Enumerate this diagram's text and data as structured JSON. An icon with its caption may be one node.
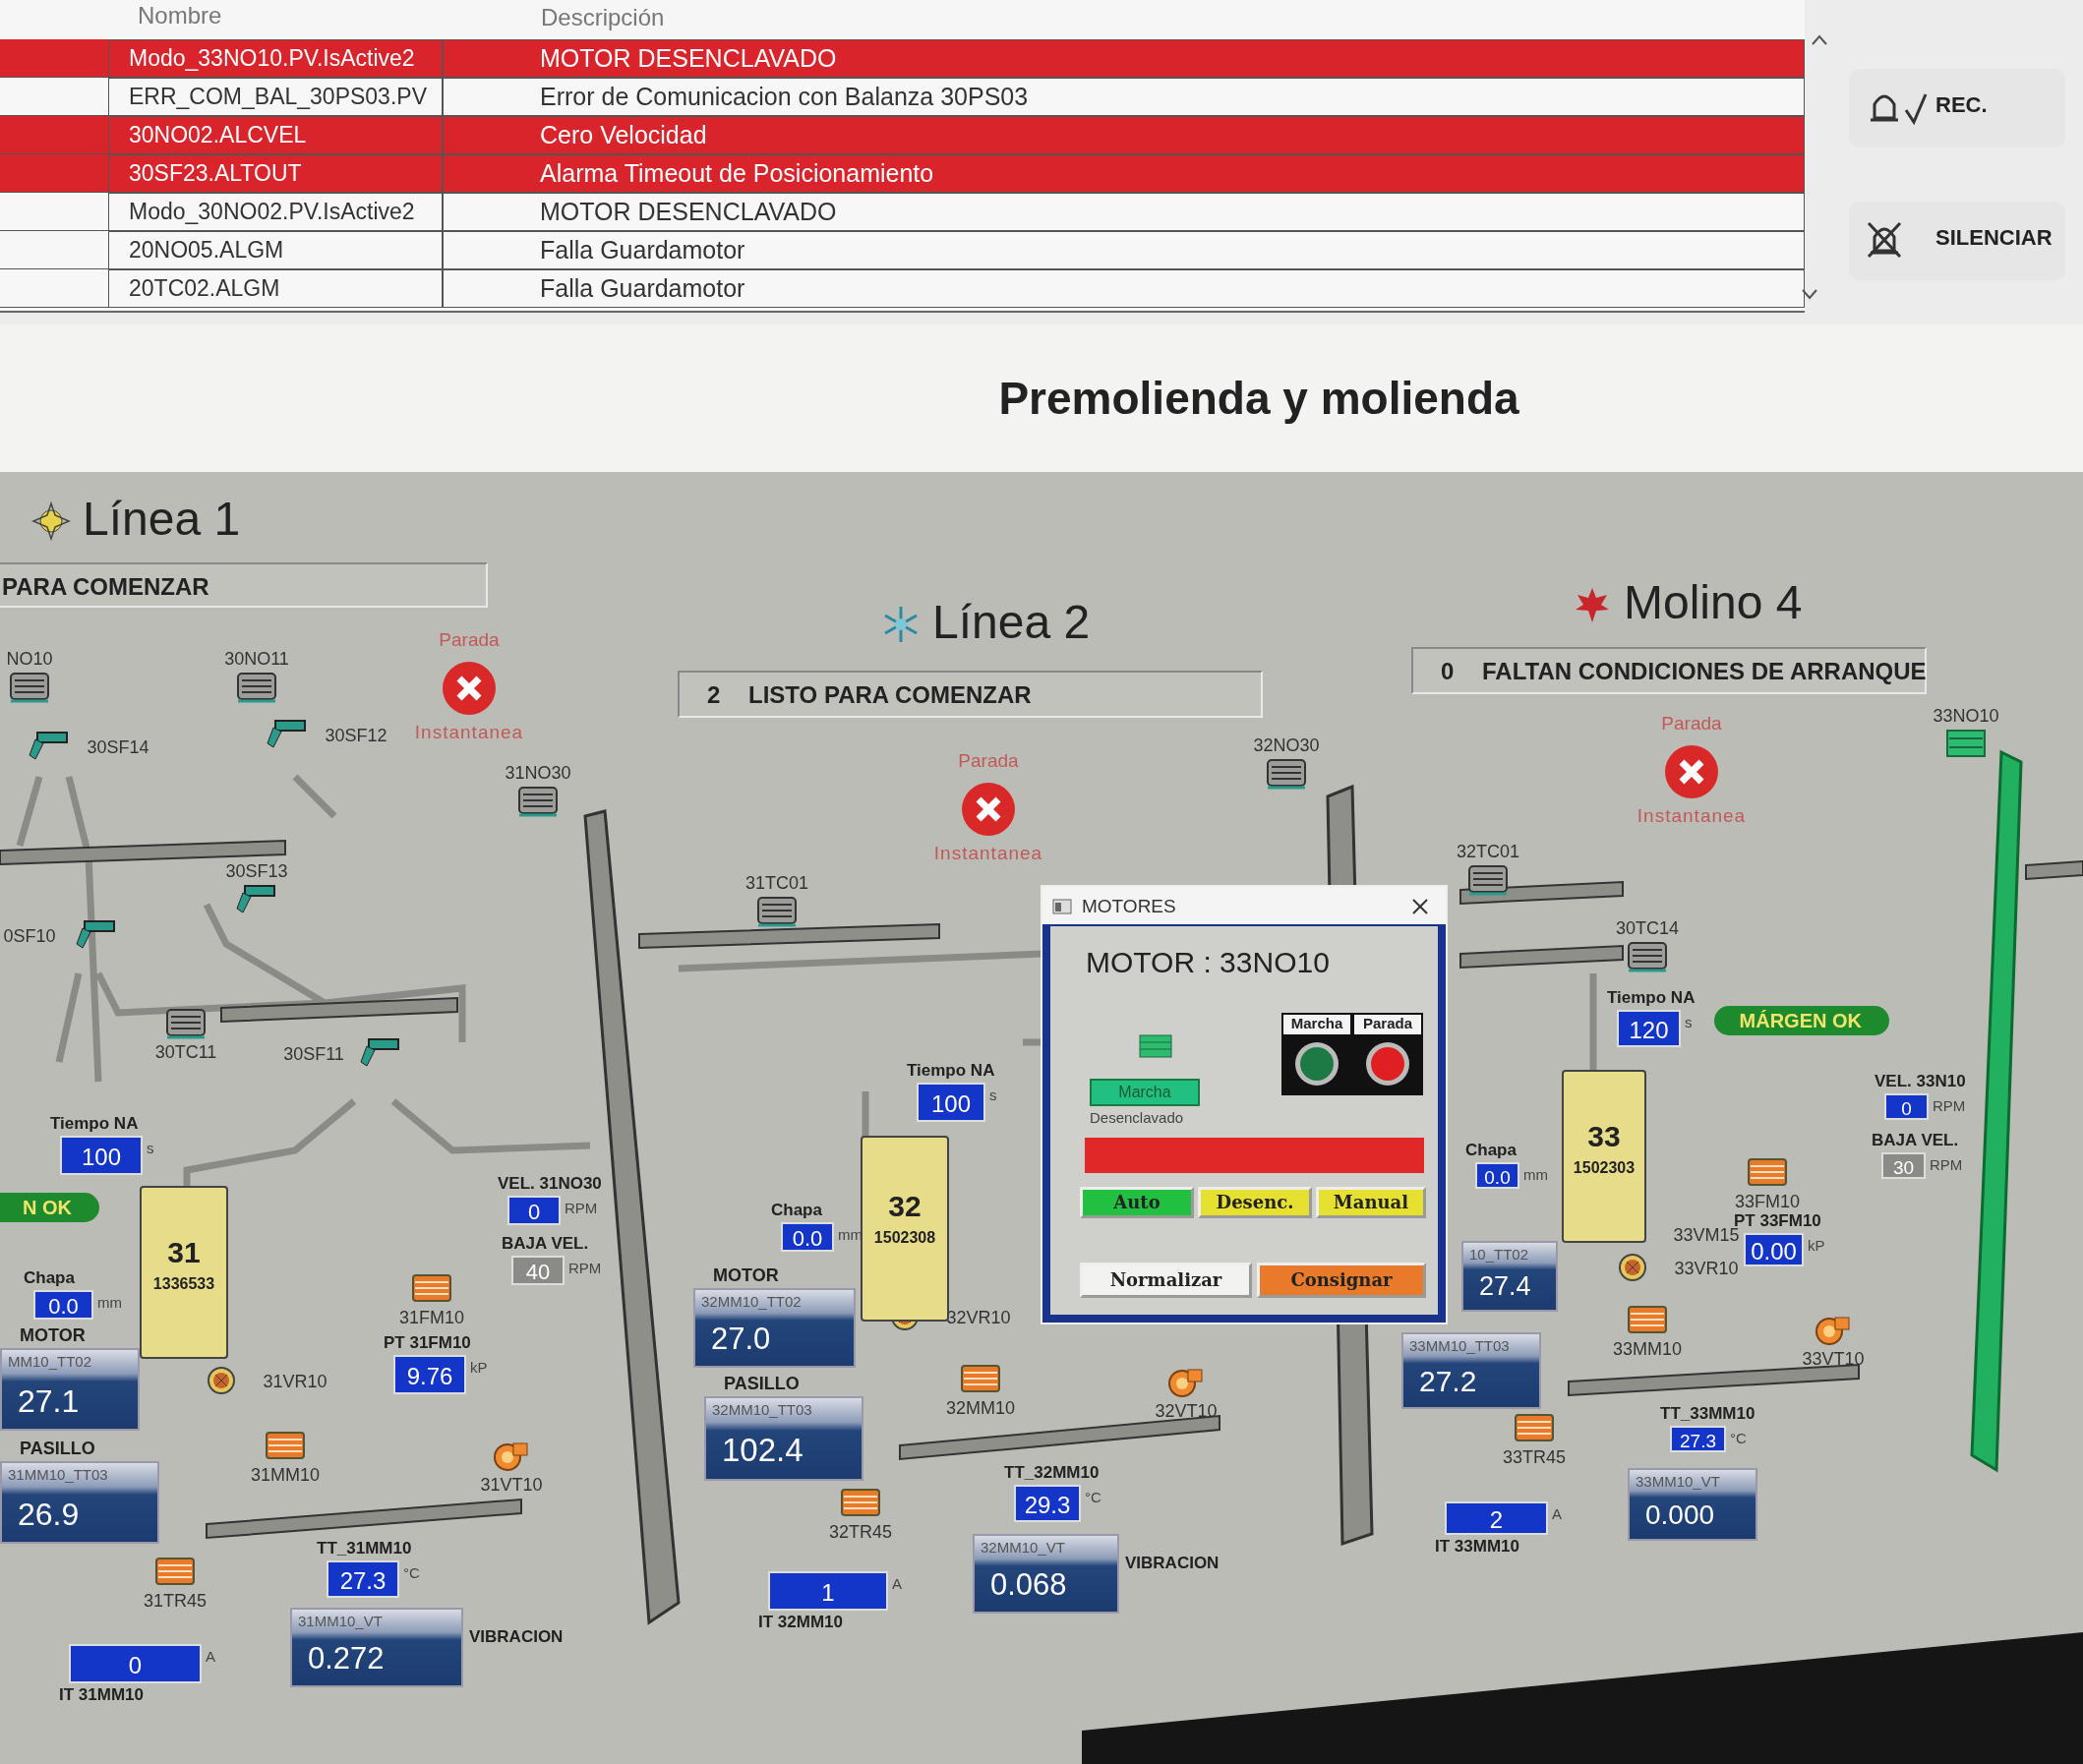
{
  "diagram": {
    "title": "Premolienda y molienda",
    "nodes": [
      {
        "text": [
          "REC."
        ]
      },
      {
        "text": [
          "SILENCIAR"
        ]
      },
      {
        "text": [
          "PARA COMENZAR"
        ]
      },
      {
        "text": [
          "2",
          "LISTO PARA COMENZAR"
        ]
      },
      {
        "text": [
          "0",
          "FALTAN CONDICIONES DE ARRANQUE"
        ]
      },
      {
        "text": [],
        "shape": "circle",
        "beside": [
          "Parada",
          "Instantanea"
        ]
      },
      {
        "text": [],
        "shape": "circle",
        "beside": [
          "Parada",
          "Instantanea"
        ]
      },
      {
        "text": [],
        "shape": "circle",
        "beside": [
          "Parada",
          "Instantanea"
        ]
      },
      {
        "text": [
          "100"
        ],
        "beside": [
          "Tiempo NA",
          "s"
        ]
      },
      {
        "text": [
          "N OK"
        ]
      },
      {
        "text": [
          "31",
          "1336533"
        ]
      },
      {
        "text": [
          "0.0"
        ],
        "beside": [
          "Chapa",
          "mm"
        ]
      },
      {
        "text": [
          "MM10_TT02",
          "27.1"
        ],
        "beside": [
          "MOTOR"
        ]
      },
      {
        "text": [
          "31MM10_TT03",
          "26.9"
        ],
        "beside": [
          "PASILLO"
        ]
      },
      {
        "text": [
          "9.76"
        ],
        "beside": [
          "PT 31FM10",
          "kP"
        ]
      },
      {
        "text": [
          "0"
        ],
        "beside": [
          "VEL. 31NO30",
          "RPM"
        ]
      },
      {
        "text": [
          "40"
        ],
        "beside": [
          "BAJA VEL.",
          "RPM"
        ]
      },
      {
        "text": [
          "27.3"
        ],
        "beside": [
          "TT_31MM10",
          "°C"
        ]
      },
      {
        "text": [
          "0"
        ],
        "beside": [
          "IT 31MM10",
          "A"
        ]
      },
      {
        "text": [
          "31MM10_VT",
          "0.272"
        ],
        "beside": [
          "VIBRACION"
        ]
      },
      {
        "text": [
          "100"
        ],
        "beside": [
          "Tiempo NA",
          "s"
        ]
      },
      {
        "text": [
          "0.0"
        ],
        "beside": [
          "Chapa",
          "mm"
        ]
      },
      {
        "text": [
          "32",
          "1502308"
        ]
      },
      {
        "text": [
          "32MM10_TT02",
          "27.0"
        ],
        "beside": [
          "MOTOR"
        ]
      },
      {
        "text": [
          "32MM10_TT03",
          "102.4"
        ],
        "beside": [
          "PASILLO"
        ]
      },
      {
        "text": [
          "29.3"
        ],
        "beside": [
          "TT_32MM10",
          "°C"
        ]
      },
      {
        "text": [
          "1"
        ],
        "beside": [
          "IT 32MM10",
          "A"
        ]
      },
      {
        "text": [
          "32MM10_VT",
          "0.068"
        ],
        "beside": [
          "VIBRACION"
        ]
      },
      {
        "text": [
          "MOTORES",
          "MOTOR : 33NO10"
        ]
      },
      {
        "text": [
          "Marcha"
        ],
        "beside": [
          "Desenclavado"
        ],
        "in": 28
      },
      {
        "text": [
          "Marcha"
        ],
        "in": 28
      },
      {
        "text": [
          "Parada"
        ],
        "in": 28
      },
      {
        "text": [],
        "shape": "bar",
        "in": 28
      },
      {
        "text": [
          "Auto"
        ],
        "in": 28
      },
      {
        "text": [
          "Desenc."
        ],
        "in": 28
      },
      {
        "text": [
          "Manual"
        ],
        "in": 28
      },
      {
        "text": [
          "Normalizar"
        ],
        "in": 28
      },
      {
        "text": [
          "Consignar"
        ],
        "in": 28
      },
      {
        "text": [
          "120"
        ],
        "beside": [
          "Tiempo NA",
          "s"
        ]
      },
      {
        "text": [
          "MÁRGEN OK"
        ]
      },
      {
        "text": [
          "33",
          "1502303"
        ]
      },
      {
        "text": [
          "0.0"
        ],
        "beside": [
          "Chapa",
          "mm"
        ]
      },
      {
        "text": [
          "10_TT02",
          "27.4"
        ]
      },
      {
        "text": [
          "33MM10_TT03",
          "27.2"
        ]
      },
      {
        "text": [
          "0.00"
        ],
        "beside": [
          "PT 33FM10",
          "kP"
        ]
      },
      {
        "text": [
          "0"
        ],
        "beside": [
          "VEL. 33N10",
          "RPM"
        ]
      },
      {
        "text": [
          "30"
        ],
        "beside": [
          "BAJA VEL.",
          "RPM"
        ]
      },
      {
        "text": [
          "27.3"
        ],
        "beside": [
          "TT_33MM10",
          "°C"
        ]
      },
      {
        "text": [
          "2"
        ],
        "beside": [
          "IT 33MM10",
          "A"
        ]
      },
      {
        "text": [
          "33MM10_VT",
          "0.000"
        ]
      }
    ],
    "labels": [
      "Nombre",
      "Descripción",
      "Modo_33NO10.PV.IsActive2",
      "MOTOR DESENCLAVADO",
      "ERR_COM_BAL_30PS03.PV",
      "Error de Comunicacion con Balanza 30PS03",
      "30NO02.ALCVEL",
      "Cero Velocidad",
      "30SF23.ALTOUT",
      "Alarma Timeout de Posicionamiento",
      "Modo_30NO02.PV.IsActive2",
      "MOTOR DESENCLAVADO",
      "20NO05.ALGM",
      "Falla Guardamotor",
      "20TC02.ALGM",
      "Falla Guardamotor",
      "Línea 1",
      "Línea 2",
      "Molino 4",
      "NO10",
      "30NO11",
      "30SF14",
      "30SF12",
      "31NO30",
      "30SF13",
      "0SF10",
      "30TC11",
      "30SF11",
      "31VR10",
      "31MM10",
      "31FM10",
      "31VT10",
      "31TR45",
      "31TC01",
      "32NO30",
      "32VR10",
      "32MM10",
      "32VT10",
      "32TR45",
      "32TC01",
      "30TC14",
      "33NO10",
      "33VM15",
      "33VR10",
      "33FM10",
      "33MM10",
      "33VT10",
      "33TR45"
    ]
  }
}
